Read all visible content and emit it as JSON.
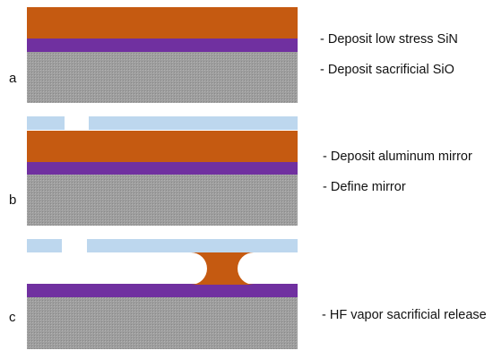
{
  "colors": {
    "substrate": "#9e9e9e",
    "silicon_nitride": "#c55a11",
    "sacrificial_oxide": "#7030a0",
    "aluminum_mirror": "#bdd7ee",
    "text": "#111111"
  },
  "panels": [
    {
      "letter": "a",
      "steps": [
        "- Deposit low stress SiN",
        "- Deposit sacrificial SiO"
      ]
    },
    {
      "letter": "b",
      "steps": [
        "- Deposit aluminum mirror",
        "- Define mirror"
      ]
    },
    {
      "letter": "c",
      "steps": [
        "- HF vapor sacrificial release"
      ]
    }
  ]
}
